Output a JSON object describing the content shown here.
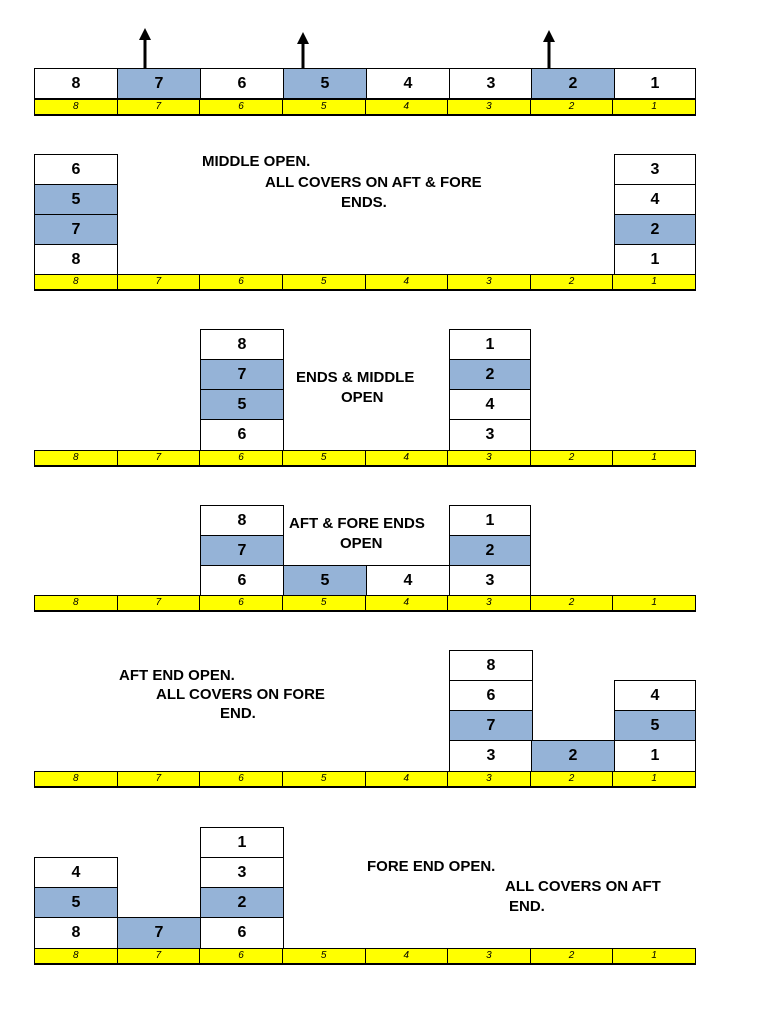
{
  "colors": {
    "cover_blue": "#95b3d7",
    "strip_yellow": "#ffff00",
    "cover_white": "#ffffff"
  },
  "row1": {
    "cells": [
      "8",
      "7",
      "6",
      "5",
      "4",
      "3",
      "2",
      "1"
    ],
    "lifted_arrow_icons": [
      "arrow-up-icon",
      "arrow-up-icon",
      "arrow-up-icon"
    ],
    "strip": [
      "8",
      "7",
      "6",
      "5",
      "4",
      "3",
      "2",
      "1"
    ]
  },
  "row2": {
    "left_stack": [
      "6",
      "5",
      "7",
      "8"
    ],
    "right_stack": [
      "3",
      "4",
      "2",
      "1"
    ],
    "note": [
      "MIDDLE OPEN.",
      "ALL COVERS ON AFT & FORE",
      "ENDS."
    ],
    "strip": [
      "8",
      "7",
      "6",
      "5",
      "4",
      "3",
      "2",
      "1"
    ]
  },
  "row3": {
    "left_stack": [
      "8",
      "7",
      "5",
      "6"
    ],
    "right_stack": [
      "1",
      "2",
      "4",
      "3"
    ],
    "note": [
      "ENDS & MIDDLE",
      "OPEN"
    ],
    "strip": [
      "8",
      "7",
      "6",
      "5",
      "4",
      "3",
      "2",
      "1"
    ]
  },
  "row4": {
    "left_stack": [
      "8",
      "7",
      "6"
    ],
    "right_stack": [
      "1",
      "2",
      "3"
    ],
    "middle": [
      "5",
      "4"
    ],
    "note": [
      "AFT & FORE ENDS",
      "OPEN"
    ],
    "strip": [
      "8",
      "7",
      "6",
      "5",
      "4",
      "3",
      "2",
      "1"
    ]
  },
  "row5": {
    "tall_stack": [
      "8",
      "6",
      "7",
      "3"
    ],
    "single": [
      "2"
    ],
    "right_stack": [
      "4",
      "5",
      "1"
    ],
    "note": [
      "AFT END OPEN.",
      "ALL COVERS ON FORE",
      "END."
    ],
    "strip": [
      "8",
      "7",
      "6",
      "5",
      "4",
      "3",
      "2",
      "1"
    ]
  },
  "row6": {
    "left_stack": [
      "4",
      "5",
      "8"
    ],
    "single": [
      "7"
    ],
    "tall_stack": [
      "1",
      "3",
      "2",
      "6"
    ],
    "note": [
      "FORE END OPEN.",
      "ALL COVERS ON AFT",
      "END."
    ],
    "strip": [
      "8",
      "7",
      "6",
      "5",
      "4",
      "3",
      "2",
      "1"
    ]
  }
}
